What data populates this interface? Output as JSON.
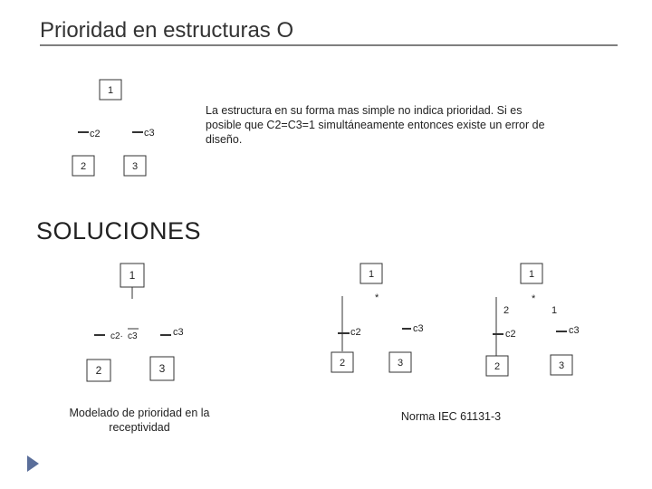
{
  "title": "Prioridad en estructuras O",
  "description": "La estructura en su forma mas simple no indica prioridad. Si es posible que C2=C3=1 simultáneamente entonces existe un error de diseño.",
  "solutions_heading": "SOLUCIONES",
  "caption_left": "Modelado de prioridad en la receptividad",
  "caption_right": "Norma IEC 61131-3",
  "diagram_labels": {
    "step1": "1",
    "step2": "2",
    "step3": "3",
    "c2": "c2",
    "c3": "c3",
    "c2_not_c3_prefix": "c2·",
    "c2_not_c3_negated": "c3",
    "star": "*"
  }
}
